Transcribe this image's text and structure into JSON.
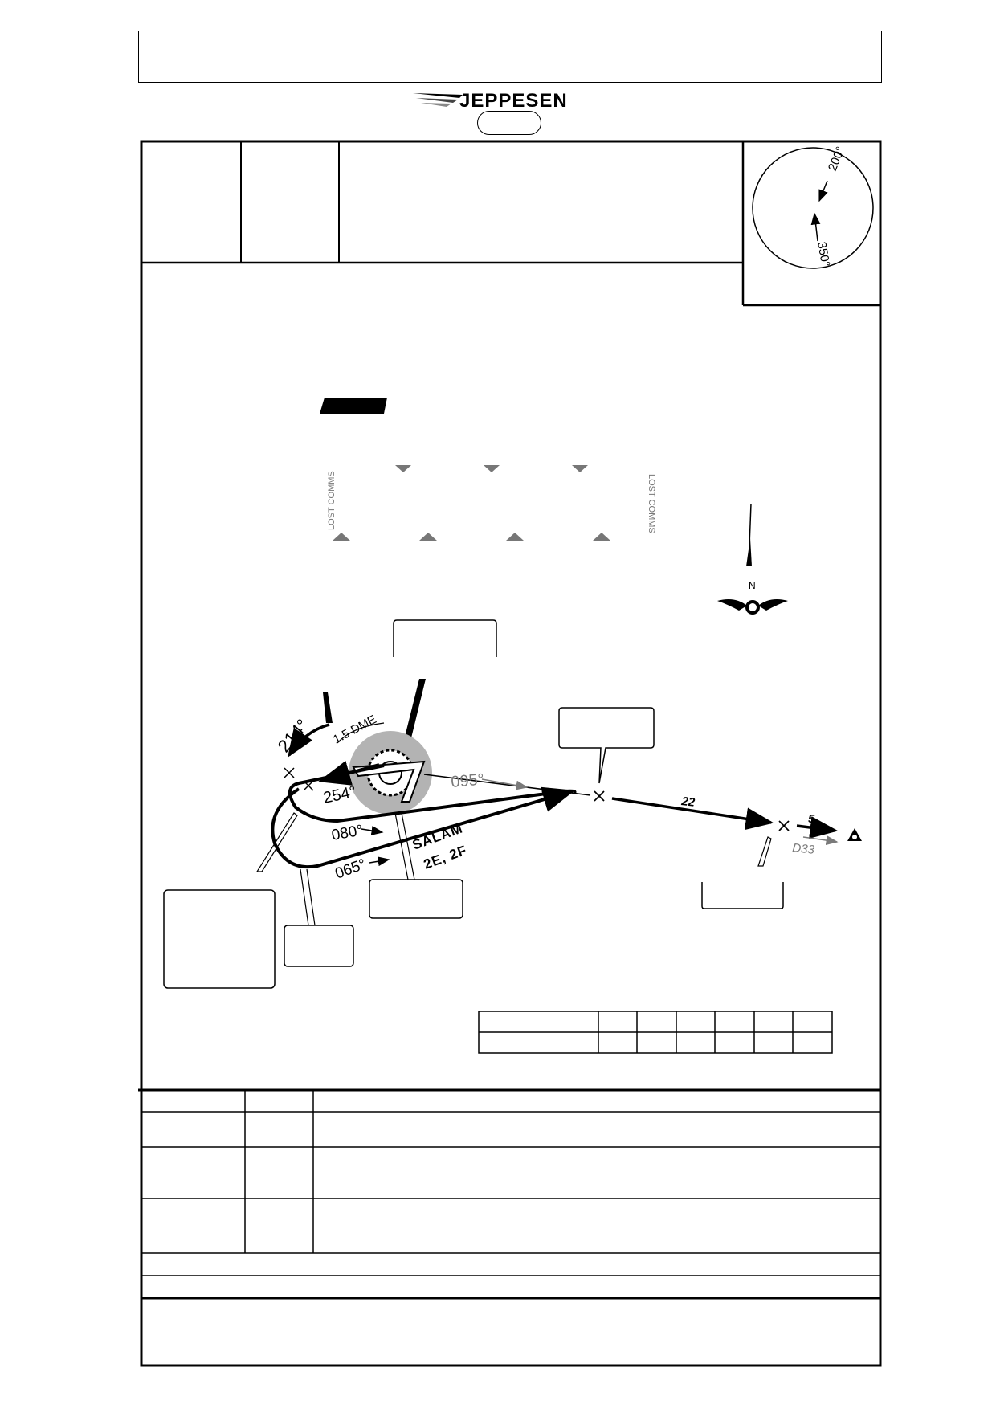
{
  "header": {
    "brand": "JEPPESEN"
  },
  "compass": {
    "upper_bearing": "200°",
    "lower_bearing": "350°"
  },
  "lost_comms": {
    "left": "LOST COMMS",
    "right": "LOST COMMS"
  },
  "north_arrow": {
    "label": "N"
  },
  "route": {
    "dme_arc": "1.5 DME",
    "bearing_214": "214°",
    "bearing_254": "254°",
    "bearing_095": "095°",
    "bearing_080": "080°",
    "bearing_065": "065°",
    "procedure_name": "SALAM",
    "procedure_variants": "2E, 2F",
    "leg_distance": "22",
    "final_distance": "5",
    "dme_label": "D33"
  },
  "colors": {
    "ink": "#000000",
    "gray_route": "#7a7a7a",
    "navaid_halo": "#b3b3b3",
    "lost_comms_text": "#777777"
  }
}
